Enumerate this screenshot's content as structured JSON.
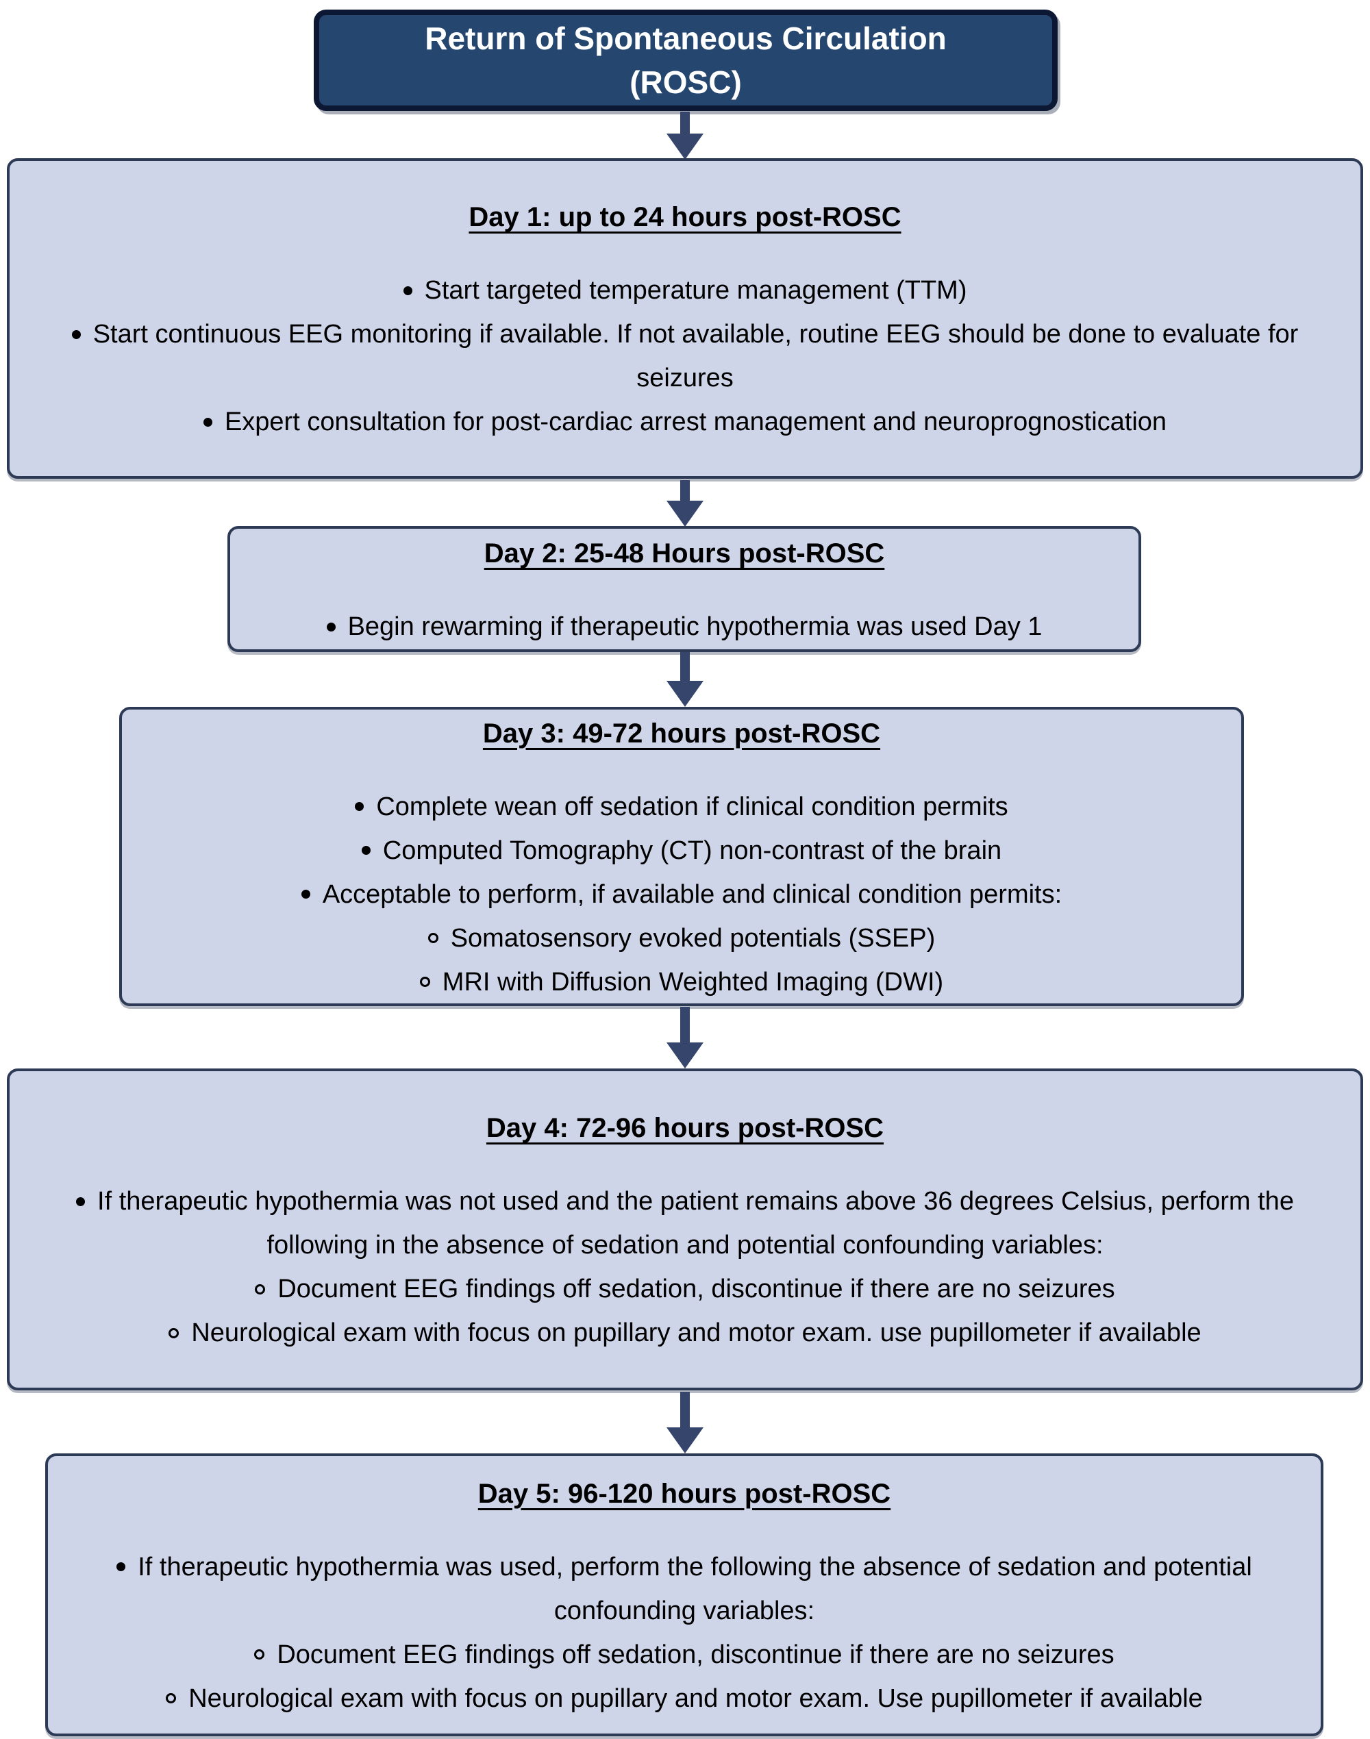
{
  "title": {
    "lines": [
      "Return of Spontaneous Circulation",
      "(ROSC)"
    ]
  },
  "boxes": [
    {
      "header": "Day 1: up to 24 hours post-ROSC",
      "lines": [
        {
          "bullet": "disc",
          "text": "Start targeted temperature management (TTM)"
        },
        {
          "bullet": "disc",
          "text": "Start continuous EEG monitoring if available. If not available, routine EEG should be done to evaluate for"
        },
        {
          "bullet": "none",
          "text": "seizures"
        },
        {
          "bullet": "disc",
          "text": "Expert consultation for post-cardiac arrest management and neuroprognostication"
        }
      ]
    },
    {
      "header": "Day 2: 25-48 Hours post-ROSC",
      "lines": [
        {
          "bullet": "disc",
          "text": "Begin rewarming if therapeutic hypothermia was used Day 1"
        }
      ]
    },
    {
      "header": "Day 3: 49-72 hours post-ROSC",
      "lines": [
        {
          "bullet": "disc",
          "text": "Complete wean off sedation if clinical condition permits"
        },
        {
          "bullet": "disc",
          "text": "Computed Tomography (CT) non-contrast of the brain"
        },
        {
          "bullet": "disc",
          "text": "Acceptable to perform, if available and clinical condition permits:"
        },
        {
          "bullet": "circle",
          "text": "Somatosensory evoked potentials (SSEP)"
        },
        {
          "bullet": "circle",
          "text": "MRI with Diffusion Weighted Imaging (DWI)"
        }
      ]
    },
    {
      "header": "Day 4: 72-96 hours post-ROSC",
      "lines": [
        {
          "bullet": "disc",
          "text": "If therapeutic hypothermia was not used and the patient remains above 36 degrees Celsius, perform the"
        },
        {
          "bullet": "none",
          "text": "following in the absence of sedation and potential confounding variables:"
        },
        {
          "bullet": "circle",
          "text": "Document EEG findings off sedation, discontinue if there are no seizures"
        },
        {
          "bullet": "circle",
          "text": "Neurological exam with focus on pupillary and motor exam. use pupillometer if available"
        }
      ]
    },
    {
      "header": "Day 5: 96-120 hours post-ROSC",
      "lines": [
        {
          "bullet": "disc",
          "text": "If therapeutic hypothermia was used, perform the following the absence of sedation and potential"
        },
        {
          "bullet": "none",
          "text": "confounding variables:"
        },
        {
          "bullet": "circle",
          "text": "Document EEG findings off sedation, discontinue if there are no seizures"
        },
        {
          "bullet": "circle",
          "text": "Neurological exam with focus on pupillary and motor exam. Use pupillometer if available"
        }
      ]
    }
  ],
  "colors": {
    "page_bg": "#ffffff",
    "title_bg": "#24466f",
    "title_border": "#0c1833",
    "title_text": "#ffffff",
    "box_bg": "#cfd5e8",
    "box_border": "#2d3a56",
    "arrow": "#36456b",
    "text": "#000000"
  }
}
